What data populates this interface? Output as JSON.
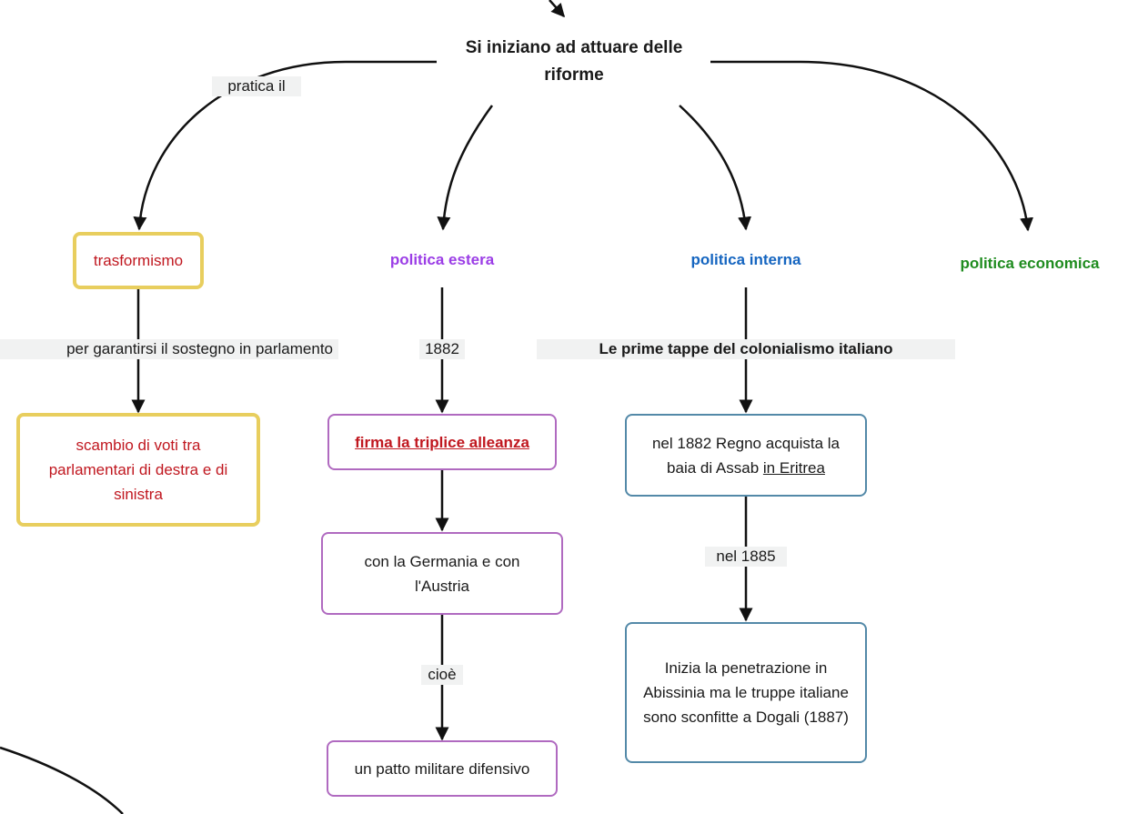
{
  "root": {
    "line1": "Si iniziano ad attuare delle",
    "line2": "riforme"
  },
  "branches": {
    "trasformismo": "trasformismo",
    "estera": "politica estera",
    "interna": "politica interna",
    "economica": "politica economica"
  },
  "edge_labels": {
    "pratica": "pratica il",
    "sostegno": "per garantirsi il sostegno in parlamento",
    "anno1882": "1882",
    "colonialismo": "Le prime tappe del colonialismo italiano",
    "nel1885": "nel 1885",
    "cioe": "cioè"
  },
  "nodes": {
    "scambio": "scambio di voti tra parlamentari di destra e di sinistra",
    "triplice": "firma la triplice alleanza",
    "germania": "con la Germania e con l'Austria",
    "patto": "un patto militare difensivo",
    "assab_pre": "nel 1882 Regno acquista la baia di Assab ",
    "assab_link": "in Eritrea",
    "abissinia": "Inizia la penetrazione in Abissinia ma le truppe italiane sono sconfitte a Dogali (1887)"
  },
  "colors": {
    "trasformismo": "#c0171f",
    "estera": "#9b3de6",
    "interna": "#1565c0",
    "economica": "#1f8c1f",
    "yellow_border": "#e8ce5e",
    "purple_border": "#b06ac0",
    "teal_border": "#5389a8"
  }
}
